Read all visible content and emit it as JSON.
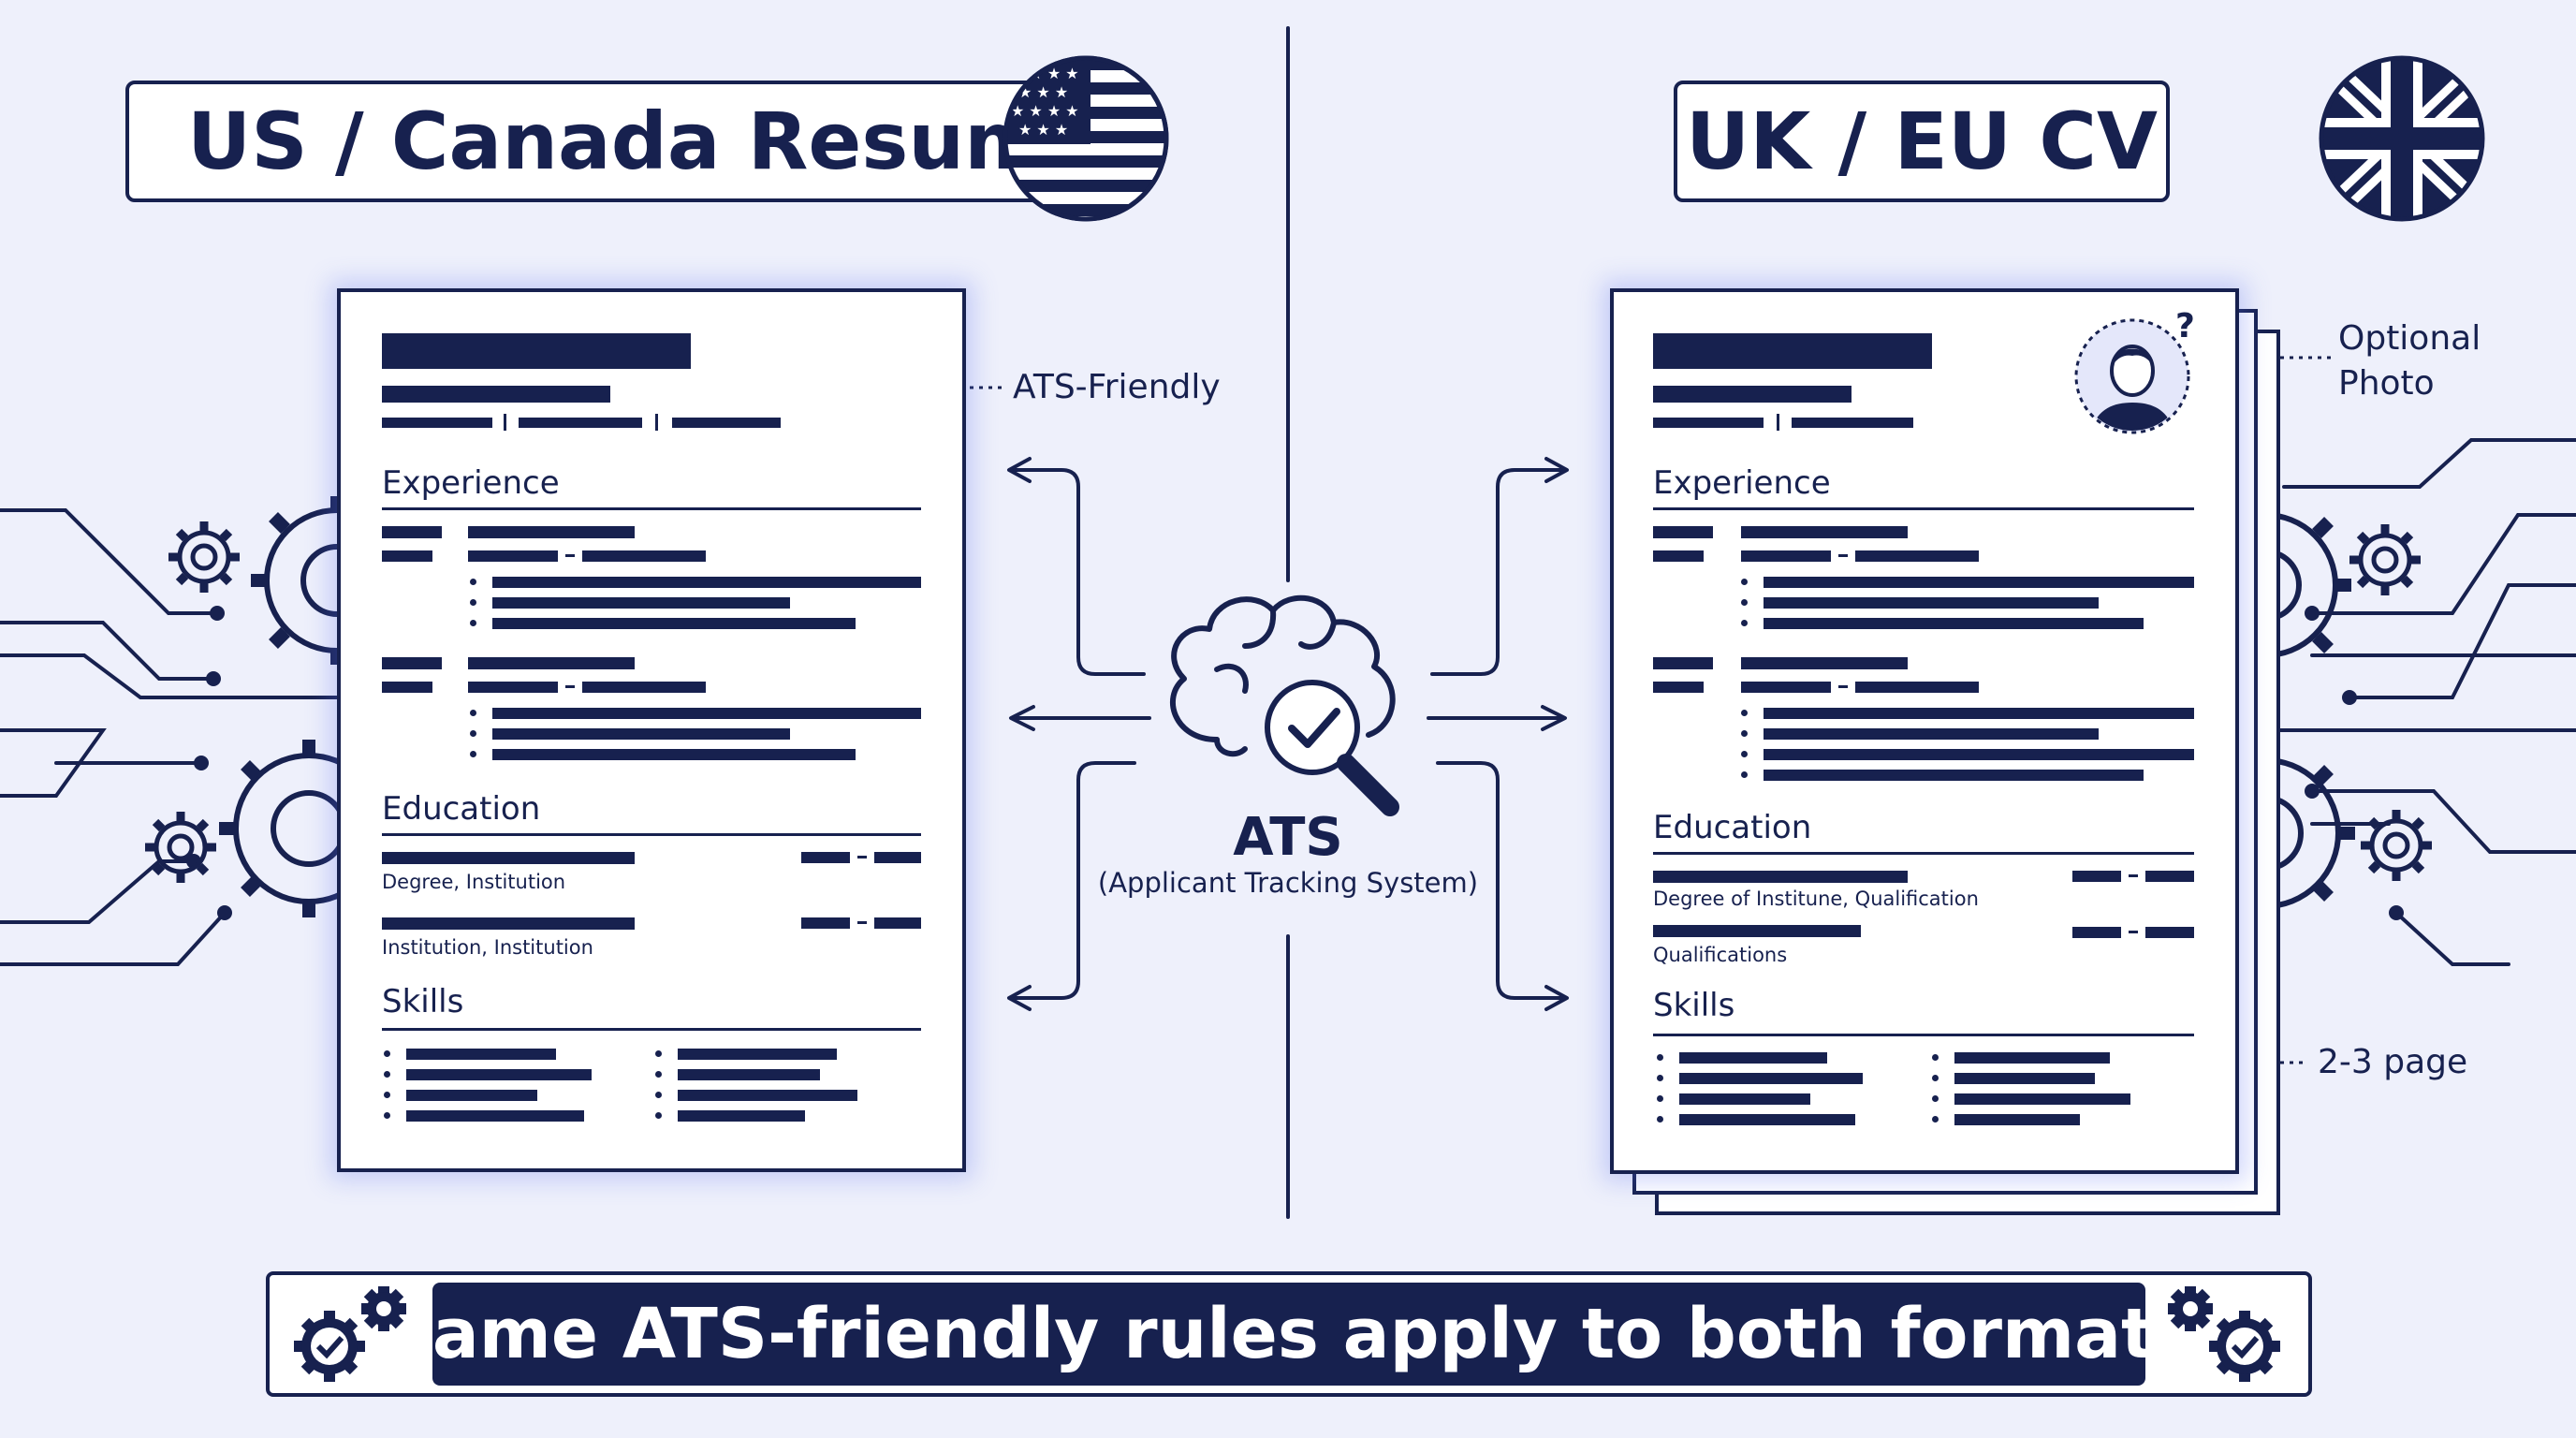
{
  "left": {
    "title": "US / Canada Resume",
    "flag_icon": "us-flag-icon",
    "callout": "ATS-Friendly",
    "sections": {
      "experience": "Experience",
      "education": "Education",
      "skills": "Skills"
    },
    "education_lines": [
      "Degree, Institution",
      "Institution, Institution"
    ]
  },
  "right": {
    "title": "UK / EU CV",
    "flag_icon": "uk-flag-icon",
    "photo_callout": [
      "Optional",
      "Photo"
    ],
    "pages_callout": "2-3 page",
    "sections": {
      "experience": "Experience",
      "education": "Education",
      "skills": "Skills"
    },
    "education_lines": [
      "Degree of Institune, Qualification",
      "Qualifications"
    ]
  },
  "center": {
    "title": "ATS",
    "subtitle": "(Applicant Tracking System)",
    "icon": "brain-magnifier-check-icon"
  },
  "banner": {
    "text": "Same ATS-friendly rules apply to both formats",
    "icons": [
      "gears-check-icon",
      "gears-check-icon"
    ]
  },
  "colors": {
    "navy": "#17214f",
    "background": "#eef0fb",
    "glow": "#5a6ef0",
    "paper": "#ffffff"
  }
}
